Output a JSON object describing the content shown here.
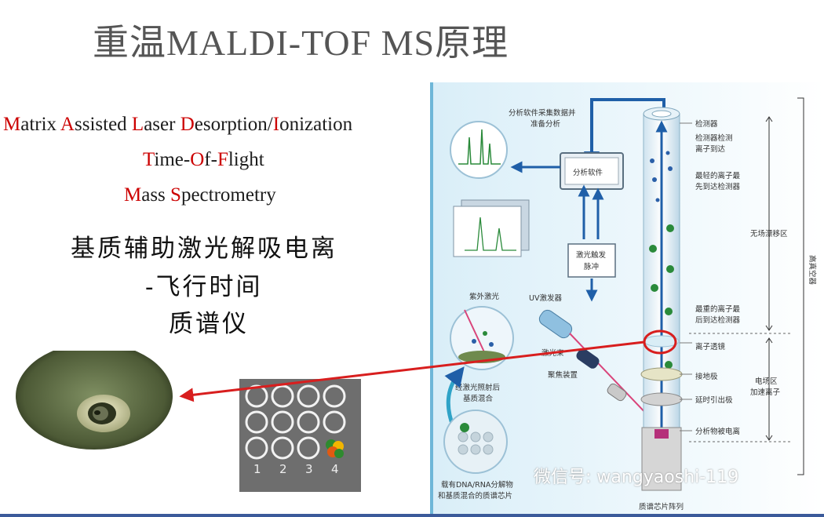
{
  "title": "重温MALDI-TOF MS原理",
  "english": {
    "line1": [
      {
        "t": "M",
        "red": true
      },
      {
        "t": "atrix ",
        "red": false
      },
      {
        "t": "A",
        "red": true
      },
      {
        "t": "ssisted ",
        "red": false
      },
      {
        "t": "L",
        "red": true
      },
      {
        "t": "aser ",
        "red": false
      },
      {
        "t": "D",
        "red": true
      },
      {
        "t": "esorption/",
        "red": false
      },
      {
        "t": "I",
        "red": true
      },
      {
        "t": "onization",
        "red": false
      }
    ],
    "line2": [
      {
        "t": "T",
        "red": true
      },
      {
        "t": "ime-",
        "red": false
      },
      {
        "t": "O",
        "red": true
      },
      {
        "t": "f-",
        "red": false
      },
      {
        "t": "F",
        "red": true
      },
      {
        "t": "light",
        "red": false
      }
    ],
    "line3": [
      {
        "t": "M",
        "red": true
      },
      {
        "t": "ass ",
        "red": false
      },
      {
        "t": "S",
        "red": true
      },
      {
        "t": "pectrometry",
        "red": false
      }
    ]
  },
  "chinese": {
    "line1": "基质辅助激光解吸电离",
    "line2": "-飞行时间",
    "line3": "质谱仪"
  },
  "plate": {
    "labels": [
      "1",
      "2",
      "3",
      "4"
    ]
  },
  "diagram": {
    "collect_text_1": "分析软件采集数据并",
    "collect_text_2": "准备分析",
    "software": "分析软件",
    "laser_trigger_1": "激光触发",
    "laser_trigger_2": "脉冲",
    "uv_laser": "UV激发器",
    "uv_light": "紫外激光",
    "laser_beam": "激光束",
    "focus": "聚焦装置",
    "irradiated_1": "经激光照射后",
    "irradiated_2": "基质混合",
    "chip_1": "载有DNA/RNA分解物",
    "chip_2": "和基质混合的质谱芯片",
    "chip_holder": "质谱芯片阵列",
    "detector": "检测器",
    "detector_arrive_1": "检测器检测",
    "detector_arrive_2": "离子到达",
    "lightest_1": "最轻的离子最",
    "lightest_2": "先到达检测器",
    "field_free": "无场漂移区",
    "heaviest_1": "最重的离子最",
    "heaviest_2": "后到达检测器",
    "high_vacuum": "高真空器",
    "ion_lens": "离子透镜",
    "ground": "接地极",
    "delay": "延时引出极",
    "ionized": "分析物被电离",
    "accel_1": "电场区",
    "accel_2": "加速离子"
  },
  "watermark": "微信号: wangyaoshi-119",
  "colors": {
    "red_initial": "#cc0000",
    "diagram_blue": "#1f5fa8",
    "arrow_red": "#d81e1e"
  }
}
